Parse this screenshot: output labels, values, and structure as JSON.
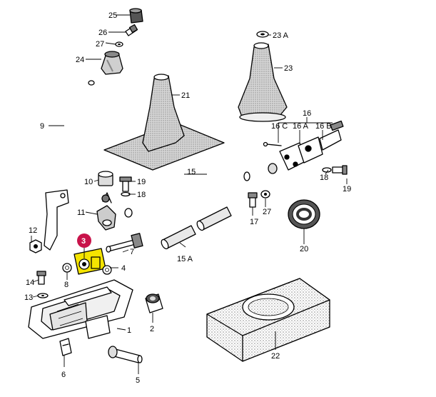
{
  "callouts": {
    "p1": "1",
    "p2": "2",
    "p3": "3",
    "p4": "4",
    "p5": "5",
    "p6": "6",
    "p7": "7",
    "p8": "8",
    "p9": "9",
    "p10": "10",
    "p11": "11",
    "p12": "12",
    "p13": "13",
    "p14": "14",
    "p15": "15",
    "p15a": "15 A",
    "p16": "16",
    "p16a": "16 A",
    "p16b": "16 B",
    "p16c": "16 C",
    "p17": "17",
    "p18a": "18",
    "p18b": "18",
    "p19a": "19",
    "p19b": "19",
    "p20": "20",
    "p21": "21",
    "p22": "22",
    "p23": "23",
    "p23a": "23 A",
    "p24": "24",
    "p25": "25",
    "p26": "26",
    "p27a": "27",
    "p27b": "27"
  },
  "colors": {
    "highlight": "#f5e400",
    "callout_badge": "#c8134a",
    "ink": "#000000",
    "boot_gray": "#bdbdbd",
    "dots": "#9a9a9a"
  }
}
